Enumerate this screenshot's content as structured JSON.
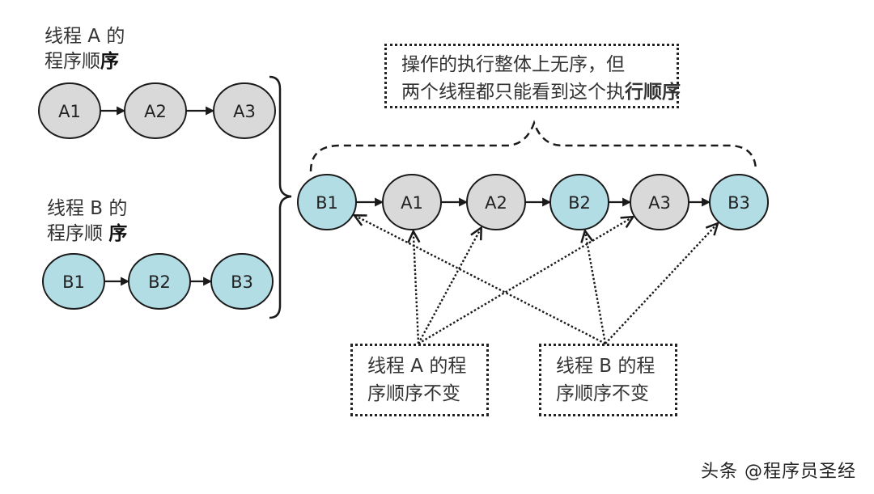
{
  "colors": {
    "thread_a_fill": "#d9d9d9",
    "thread_b_fill": "#b3dde5",
    "stroke": "#1a1a1a"
  },
  "thread_a": {
    "label_line1": "线程 A 的",
    "label_line2_plain": "程序顺",
    "label_line2_bold": "序",
    "nodes": [
      "A1",
      "A2",
      "A3"
    ]
  },
  "thread_b": {
    "label_line1": "线程 B 的",
    "label_line2_plain": "程序顺",
    "label_line2_bold": "序",
    "nodes": [
      "B1",
      "B2",
      "B3"
    ]
  },
  "merged": {
    "sequence": [
      {
        "label": "B1",
        "thread": "B"
      },
      {
        "label": "A1",
        "thread": "A"
      },
      {
        "label": "A2",
        "thread": "A"
      },
      {
        "label": "B2",
        "thread": "B"
      },
      {
        "label": "A3",
        "thread": "A"
      },
      {
        "label": "B3",
        "thread": "B"
      }
    ]
  },
  "note_top": {
    "line1": "操作的执行整体上无序，但",
    "line2_plain": "两个线程都只能看到这个执",
    "line2_bold": "行顺序"
  },
  "note_a": {
    "line1": "线程 A 的程",
    "line2": "序顺序不变",
    "points_to": [
      "A1",
      "A2",
      "A3"
    ]
  },
  "note_b": {
    "line1": "线程 B 的程",
    "line2": "序顺序不变",
    "points_to": [
      "B1",
      "B2",
      "B3"
    ]
  },
  "watermark": "头条 @程序员圣经"
}
